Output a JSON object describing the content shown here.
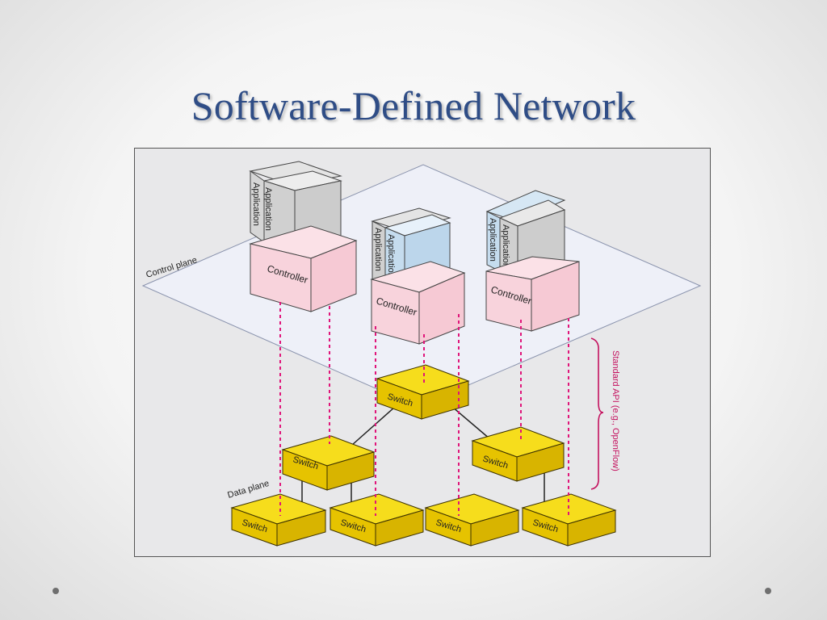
{
  "slide": {
    "title": "Software-Defined Network"
  },
  "diagram": {
    "plane_labels": {
      "control": "Control plane",
      "data": "Data plane"
    },
    "api_label": "Standard API (e.g., OpenFlow)",
    "controller_label": "Controller",
    "application_label": "Application",
    "switch_label": "Switch",
    "colors": {
      "plane": "#eef0f8",
      "controller": "#f8d3dc",
      "app_gray": "#cfcfcf",
      "app_blue": "#c5dcee",
      "switch": "#f5d80f",
      "link": "#e0157a"
    }
  }
}
